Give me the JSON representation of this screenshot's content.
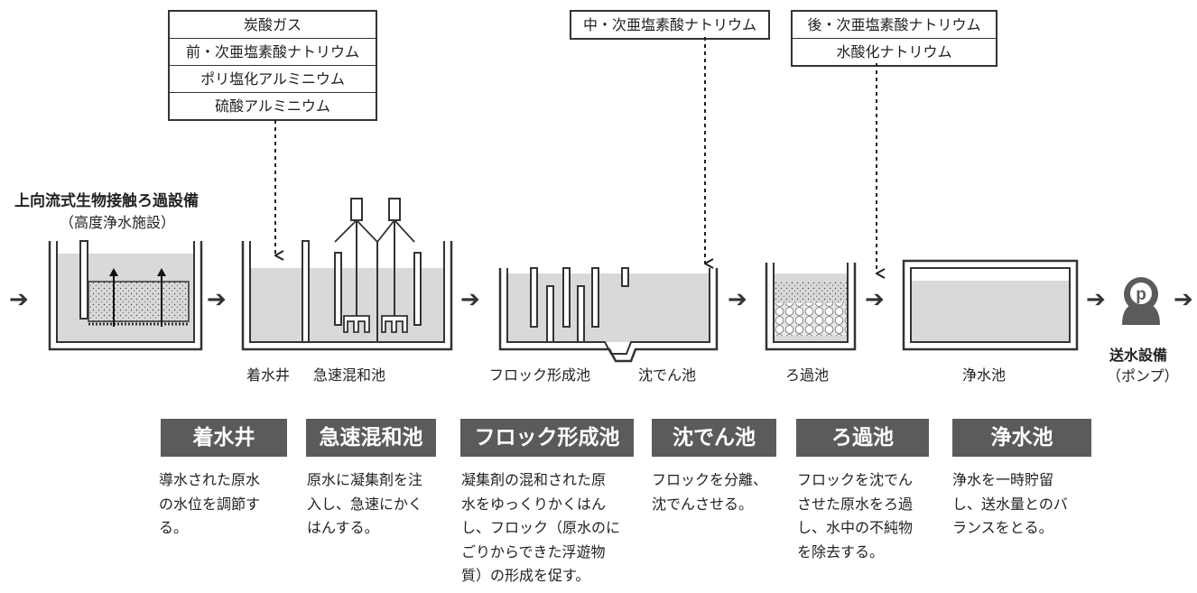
{
  "chemical_boxes": {
    "first": [
      "炭酸ガス",
      "前・次亜塩素酸ナトリウム",
      "ポリ塩化アルミニウム",
      "硫酸アルミニウム"
    ],
    "middle": [
      "中・次亜塩素酸ナトリウム"
    ],
    "last": [
      "後・次亜塩素酸ナトリウム",
      "水酸化ナトリウム"
    ]
  },
  "advanced_facility": {
    "title": "上向流式生物接触ろ過設備",
    "subtitle": "（高度浄水施設）"
  },
  "stage_labels": [
    "着水井",
    "急速混和池",
    "フロック形成池",
    "沈でん池",
    "ろ過池",
    "浄水池"
  ],
  "pump": {
    "icon_letter": "p",
    "title": "送水設備",
    "subtitle": "（ポンプ）"
  },
  "headers": [
    "着水井",
    "急速混和池",
    "フロック形成池",
    "沈でん池",
    "ろ過池",
    "浄水池"
  ],
  "descriptions": [
    "導水された原水\nの水位を調節す\nる。",
    "原水に凝集剤を注\n入し、急速にかく\nはんする。",
    "凝集剤の混和された原\n水をゆっくりかくはん\nし、フロック（原水のに\nごりからできた浮遊物\n質）の形成を促す。",
    "フロックを分離、\n沈でんさせる。",
    "フロックを沈でん\nさせた原水をろ過\nし、水中の不純物\nを除去する。",
    "浄水を一時貯留\nし、送水量とのバ\nランスをとる。"
  ],
  "colors": {
    "water": "#d9d9d9",
    "outline": "#333333",
    "header_bg": "#5b5b5b",
    "pump": "#5b5b5b"
  }
}
